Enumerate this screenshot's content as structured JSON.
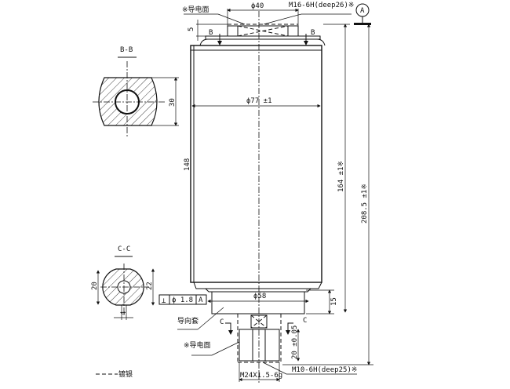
{
  "drawing": {
    "top": {
      "conductive_face_label": "※导电面",
      "diameter_top": "ϕ40",
      "thread_top": "M16-6H(deep26)※",
      "datum_label": "A",
      "dim_5": "5",
      "section_mark_b": "B"
    },
    "body": {
      "diameter_body": "ϕ77 ±1",
      "length_148": "148",
      "length_164": "164 ±1※",
      "length_208": "208.5 ±1※"
    },
    "section_bb": {
      "title": "B-B",
      "dim_30": "30"
    },
    "section_cc": {
      "title": "C-C",
      "dim_20": "20",
      "dim_22": "22",
      "dim_4": "4"
    },
    "bottom": {
      "tolerance_symbol": "⊥",
      "tolerance_value": "ϕ 1.8",
      "tolerance_datum": "A",
      "diameter_flange": "ϕ58",
      "dim_15": "15",
      "guide_sleeve_label": "导向套",
      "section_mark_c": "C",
      "conductive_face_label": "※导电面",
      "dim_20_tol": "20 ±0.05",
      "thread_bottom": "M10-6H(deep25)※",
      "thread_outer": "M24X1.5-6g"
    },
    "legend": {
      "silver_plating_label": "镀银"
    }
  }
}
